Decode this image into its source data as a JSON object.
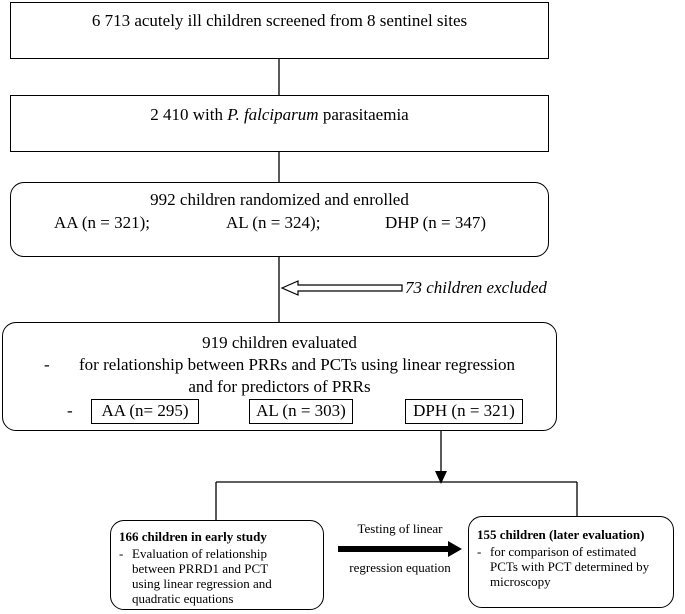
{
  "box1": {
    "text": "6 713 acutely ill children screened from 8 sentinel sites"
  },
  "box2": {
    "prefix": "2 410 with ",
    "italic": "P. falciparum",
    "suffix": " parasitaemia"
  },
  "box3": {
    "title": "992 children randomized and enrolled",
    "groups": [
      "AA (n = 321);",
      "AL (n = 324);",
      "DHP (n = 347)"
    ]
  },
  "excluded": {
    "text": "73 children excluded"
  },
  "box4": {
    "title": "919 children evaluated",
    "dash": "-",
    "line1": "for relationship between PRRs and PCTs using linear regression",
    "line2": "and for predictors of PRRs",
    "groups_dash": "-",
    "groups": [
      "AA (n= 295)",
      "AL (n = 303)",
      "DPH (n = 321)"
    ]
  },
  "left_box": {
    "title": "166 children in early study",
    "dash": "-",
    "lines": [
      "Evaluation of relationship",
      "between PRRD1 and PCT",
      "using linear regression and",
      "quadratic equations"
    ]
  },
  "arrow_label": {
    "line1": "Testing of linear",
    "line2": "regression equation"
  },
  "right_box": {
    "title": "155 children (later evaluation)",
    "dash": "-",
    "lines": [
      "for comparison of estimated",
      "PCTs with PCT determined by",
      "microscopy"
    ]
  }
}
